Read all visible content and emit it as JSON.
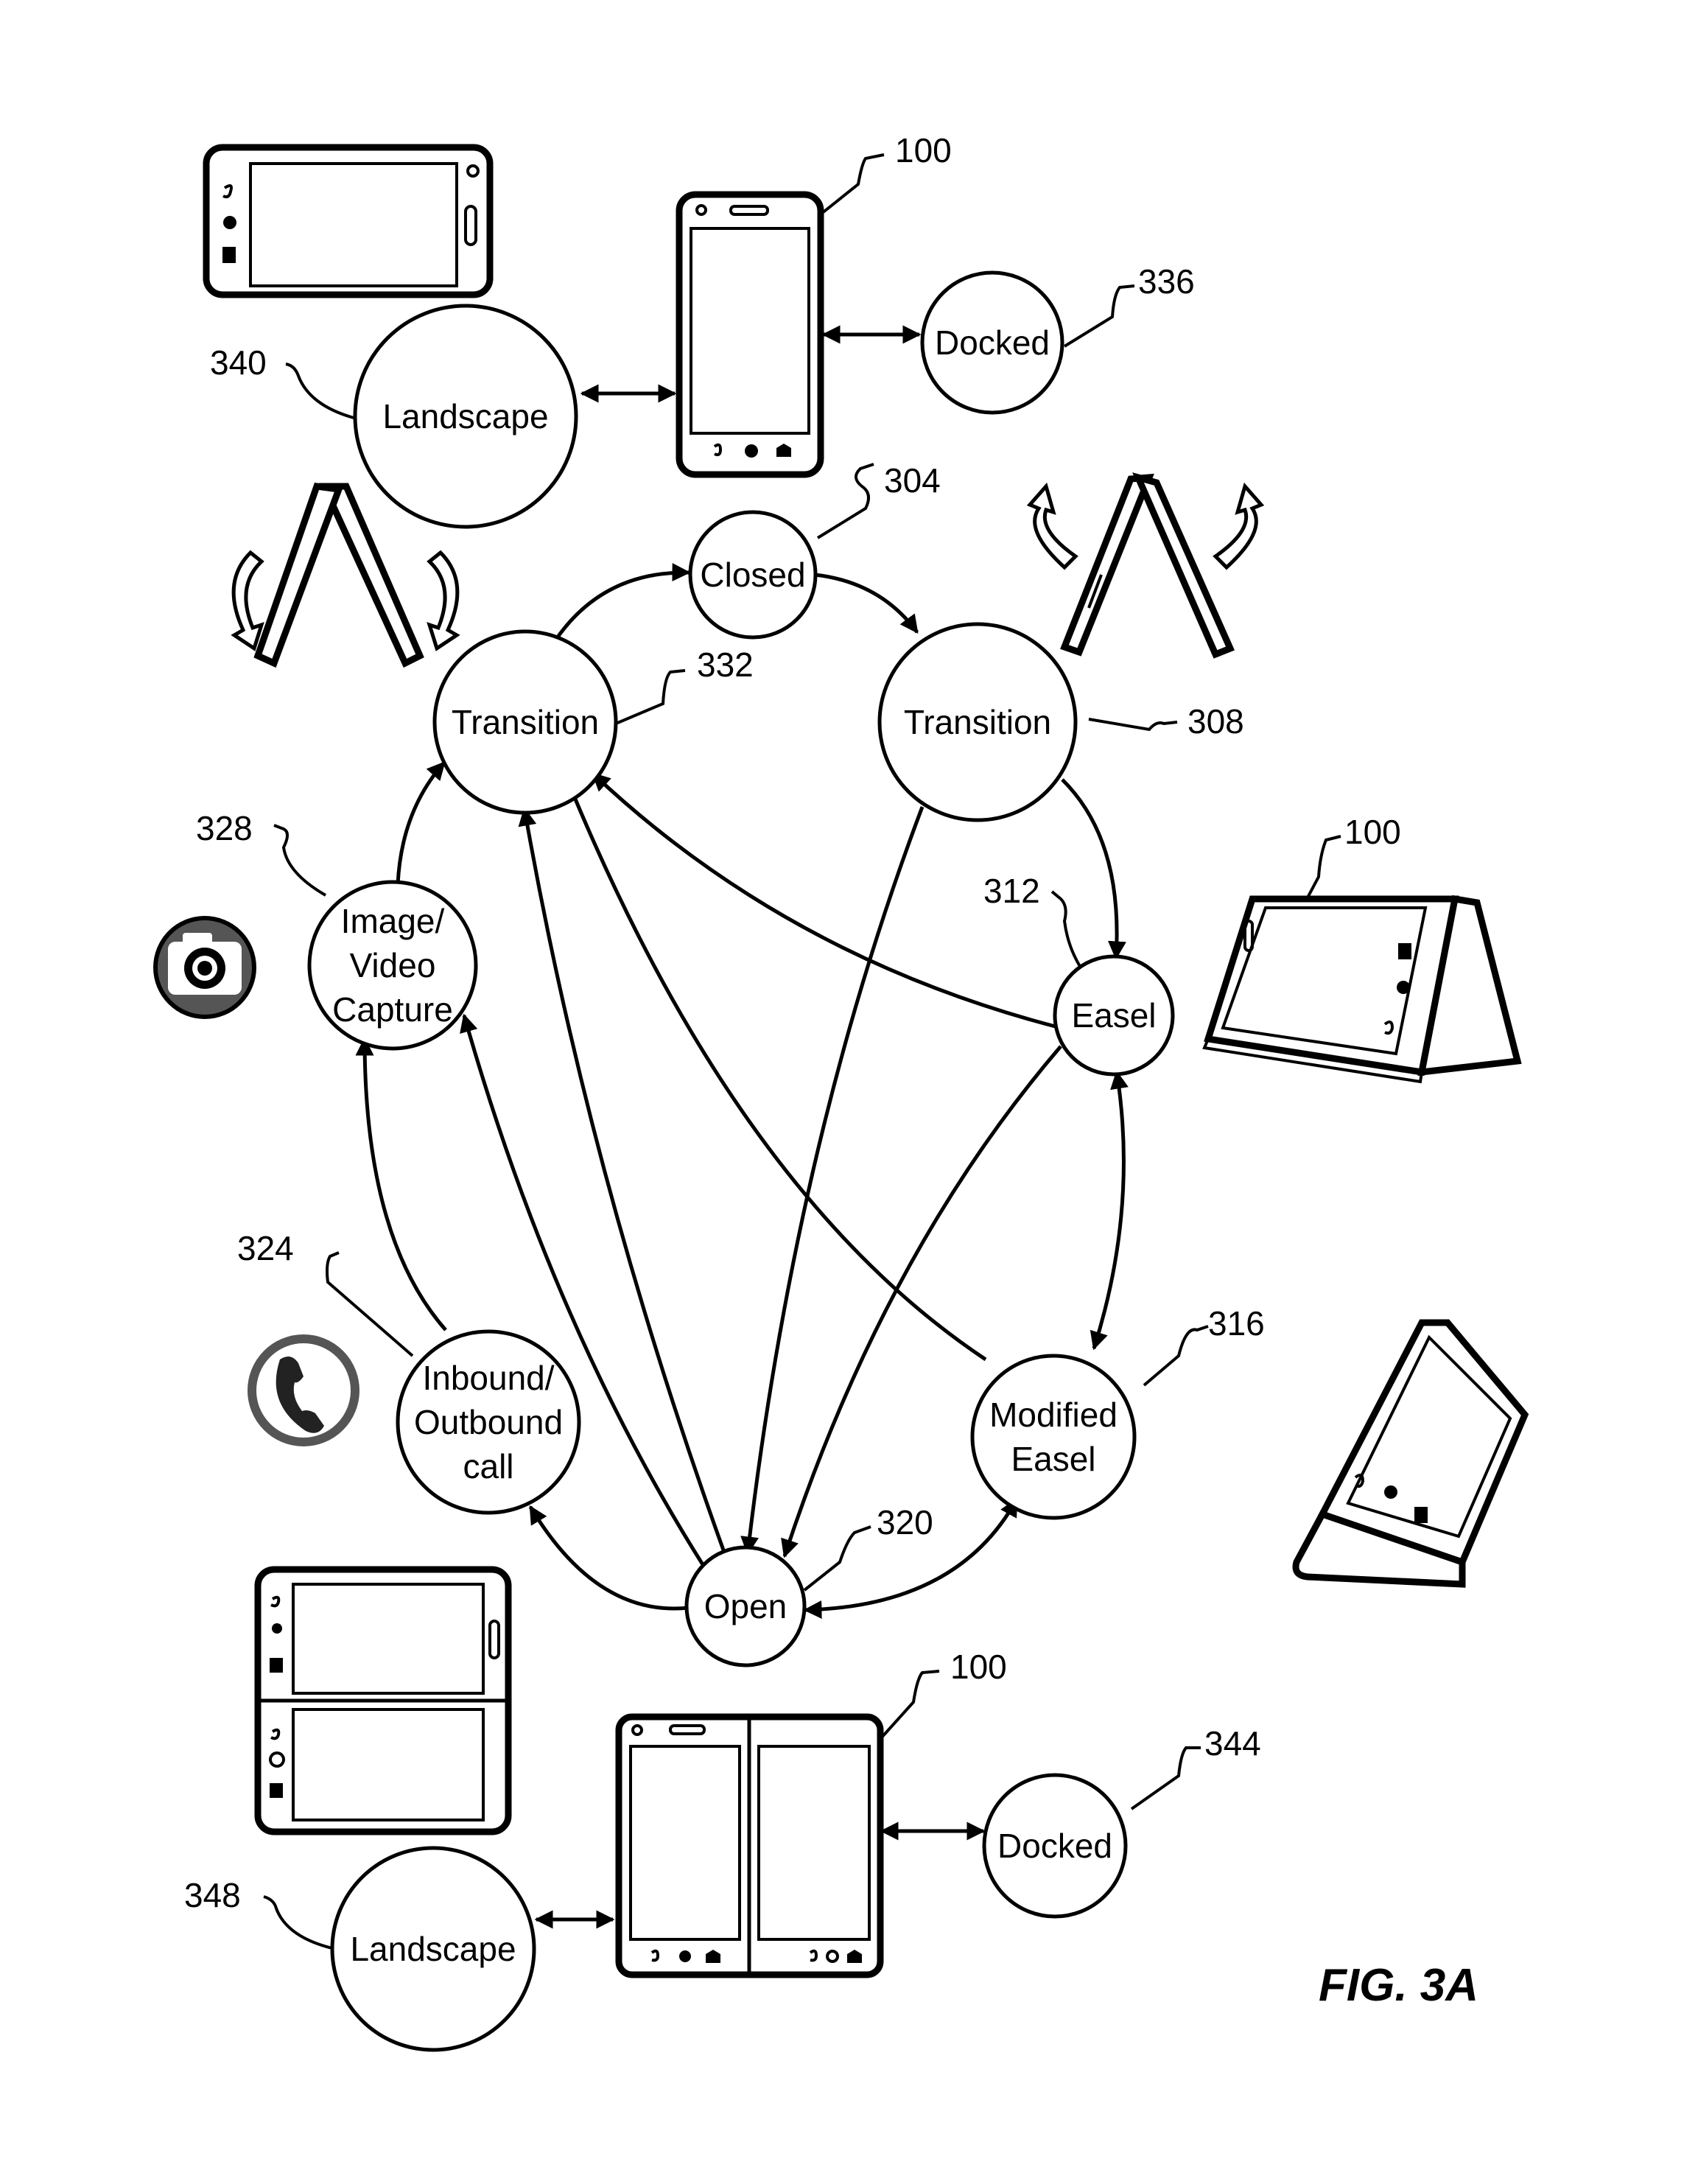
{
  "figure_label": "FIG. 3A",
  "states": {
    "closed": {
      "lines": [
        "Closed"
      ],
      "ref": "304"
    },
    "transition_right": {
      "lines": [
        "Transition"
      ],
      "ref": "308"
    },
    "easel": {
      "lines": [
        "Easel"
      ],
      "ref": "312"
    },
    "modified_easel": {
      "lines": [
        "Modified",
        "Easel"
      ],
      "ref": "316"
    },
    "open": {
      "lines": [
        "Open"
      ],
      "ref": "320"
    },
    "inbound_call": {
      "lines": [
        "Inbound/",
        "Outbound",
        "call"
      ],
      "ref": "324"
    },
    "image_capture": {
      "lines": [
        "Image/",
        "Video",
        "Capture"
      ],
      "ref": "328"
    },
    "transition_left": {
      "lines": [
        "Transition"
      ],
      "ref": "332"
    },
    "docked_top": {
      "lines": [
        "Docked"
      ],
      "ref": "336"
    },
    "landscape_top": {
      "lines": [
        "Landscape"
      ],
      "ref": "340"
    },
    "docked_bottom": {
      "lines": [
        "Docked"
      ],
      "ref": "344"
    },
    "landscape_bottom": {
      "lines": [
        "Landscape"
      ],
      "ref": "348"
    }
  },
  "device_refs": {
    "top_phone": "100",
    "easel_device": "100",
    "open_device": "100"
  },
  "icons": [
    "camera-icon",
    "phone-call-icon",
    "rotate-arrow-icon",
    "folded-device-icon",
    "easel-device-icon",
    "modified-easel-device-icon"
  ],
  "colors": {
    "ink": "#000000",
    "background": "#ffffff"
  }
}
